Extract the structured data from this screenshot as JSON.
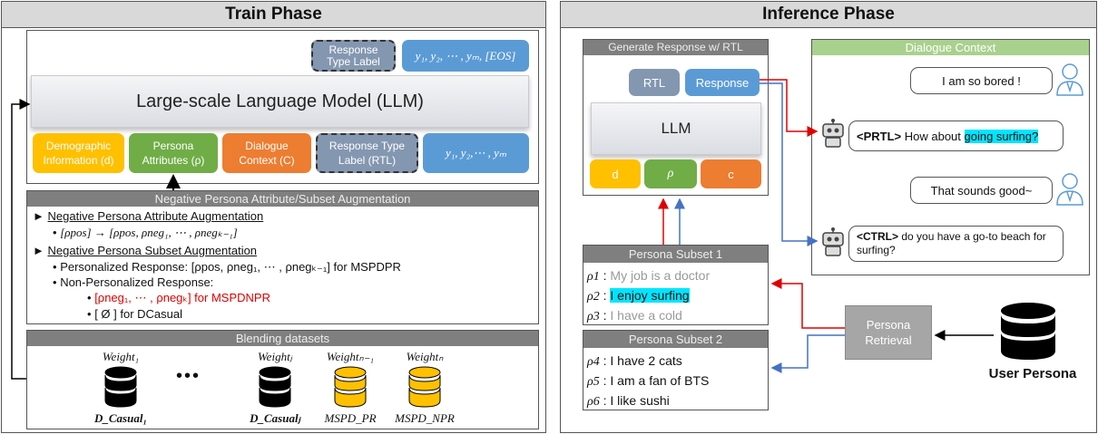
{
  "train": {
    "title": "Train Phase",
    "top": {
      "rtl_label": "Response\nType Label",
      "output_label": "y₁, y₂, ⋯ , yₘ, [EOS]",
      "llm_label": "Large-scale Language Model (LLM)",
      "inputs": [
        "Demographic\nInformation (d)",
        "Persona\nAttributes (ρ)",
        "Dialogue\nContext (C)",
        "Response Type\nLabel (RTL)",
        "y₁, y₂,⋯ , yₘ"
      ]
    },
    "aug": {
      "title": "Negative Persona Attribute/Subset Augmentation",
      "attr_heading": "Negative Persona Attribute Augmentation",
      "attr_item": "[ρpos] → [ρpos, ρneg₁, ⋯ , ρnegₖ₋₁]",
      "subset_heading": "Negative Persona Subset Augmentation",
      "personalized": "Personalized Response: [ρpos, ρneg₁, ⋯ , ρnegₖ₋₁] for MSPDPR",
      "nonpersonalized": "Non-Personalized Response:",
      "np_item1": "[ρneg₁, ⋯ , ρnegₖ] for MSPDNPR",
      "np_item2": "[ Ø ] for DCasual"
    },
    "blend": {
      "title": "Blending datasets",
      "ellipsis": "•••",
      "weights": [
        "Weight₁",
        "Weightⱼ",
        "Weightₙ₋₁",
        "Weightₙ"
      ],
      "datasets": [
        "D_Casual₁",
        "D_Casualⱼ",
        "MSPD_PR",
        "MSPD_NPR"
      ]
    }
  },
  "inference": {
    "title": "Inference Phase",
    "gen_title": "Generate Response w/ RTL",
    "rtl": "RTL",
    "response": "Response",
    "llm": "LLM",
    "inputs": [
      "d",
      "ρ",
      "c"
    ],
    "dialogue_title": "Dialogue Context",
    "bubbles": {
      "user1": "I am so bored !",
      "bot1_tag": "<PRTL>",
      "bot1_pre": " How about ",
      "bot1_hl": "going surfing?",
      "user2": "That sounds good~",
      "bot2_tag": "<CTRL>",
      "bot2_text": " do you have a go-to beach for surfing?"
    },
    "subset1": {
      "title": "Persona Subset 1",
      "items": [
        {
          "label": "ρ1",
          "text": "My job is a doctor"
        },
        {
          "label": "ρ2",
          "text": "I enjoy surfing"
        },
        {
          "label": "ρ3",
          "text": "I have a cold"
        }
      ]
    },
    "subset2": {
      "title": "Persona Subset 2",
      "items": [
        {
          "label": "ρ4",
          "text": "I have 2 cats"
        },
        {
          "label": "ρ5",
          "text": "I am a fan of BTS"
        },
        {
          "label": "ρ6",
          "text": "I like sushi"
        }
      ]
    },
    "retrieval": "Persona\nRetrieval",
    "user_persona": "User Persona"
  },
  "colors": {
    "header": "#d9d9d9",
    "section_header": "#7f7f7f",
    "gray_box": "#8497b0",
    "blue": "#5b9bd5",
    "yellow": "#ffc000",
    "green": "#70ad47",
    "orange": "#ed7d31",
    "arrow_red": "#e00000",
    "arrow_blue": "#4472c4",
    "highlight": "#00e5ff"
  }
}
